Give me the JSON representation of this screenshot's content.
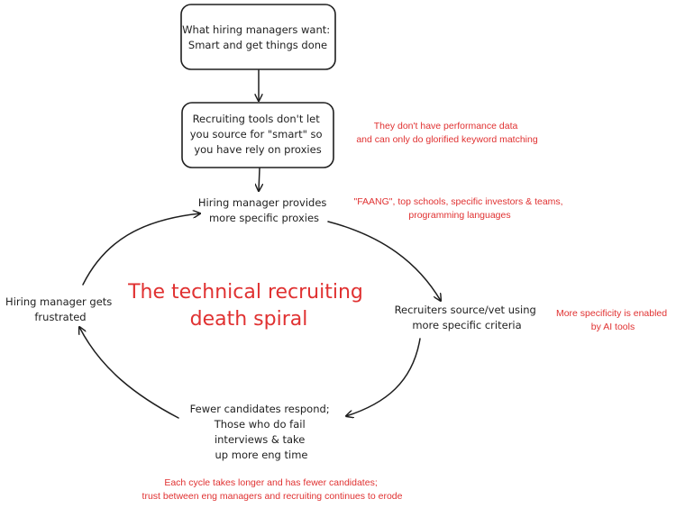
{
  "nodes": {
    "wants": {
      "lines": [
        "What hiring managers want:",
        "Smart and get things done"
      ]
    },
    "tools": {
      "lines": [
        "Recruiting tools don't let",
        "you source for \"smart\" so",
        "you have rely on proxies"
      ]
    },
    "proxies": {
      "lines": [
        "Hiring manager provides",
        "more specific proxies"
      ]
    },
    "recruiters": {
      "lines": [
        "Recruiters source/vet using",
        "more specific criteria"
      ]
    },
    "fewer": {
      "lines": [
        "Fewer candidates respond;",
        "Those who do fail",
        "interviews & take",
        "up more eng time"
      ]
    },
    "frustrated": {
      "lines": [
        "Hiring manager gets",
        "frustrated"
      ]
    }
  },
  "title": {
    "lines": [
      "The technical recruiting",
      "death spiral"
    ]
  },
  "notes": {
    "performance": {
      "lines": [
        "They don't have performance data",
        "and can only do glorified keyword matching"
      ]
    },
    "faang": {
      "lines": [
        "\"FAANG\", top schools, specific investors & teams,",
        "programming languages"
      ]
    },
    "ai": {
      "lines": [
        "More specificity is enabled",
        "by AI tools"
      ]
    },
    "cycle": {
      "lines": [
        "Each cycle takes longer and has fewer candidates;",
        "trust between eng managers and recruiting continues to erode"
      ]
    }
  },
  "colors": {
    "ink": "#1e1e1e",
    "accent": "#e03131",
    "background": "#ffffff"
  }
}
